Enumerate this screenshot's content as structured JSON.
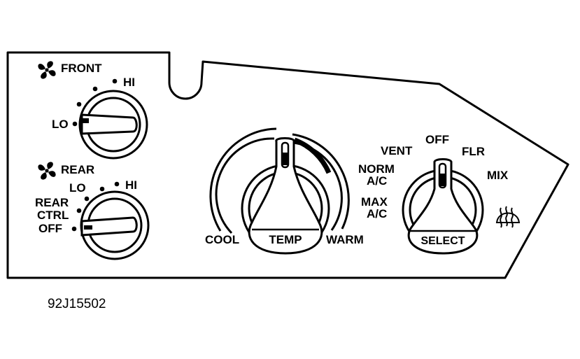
{
  "front_blower": {
    "title": "FRONT",
    "icon": "fan-icon",
    "labels": {
      "lo": "LO",
      "hi": "HI"
    }
  },
  "rear_blower": {
    "title": "REAR",
    "icon": "fan-icon",
    "labels": {
      "lo": "LO",
      "hi": "HI",
      "rear": "REAR",
      "ctrl": "CTRL",
      "off": "OFF"
    }
  },
  "temp_knob": {
    "name": "TEMP",
    "labels": {
      "cool": "COOL",
      "warm": "WARM"
    }
  },
  "select_knob": {
    "name": "SELECT",
    "labels": {
      "vent": "VENT",
      "off": "OFF",
      "flr": "FLR",
      "mix": "MIX",
      "norm": "NORM",
      "norm_ac": "A/C",
      "max": "MAX",
      "max_ac": "A/C"
    },
    "defrost_icon": "defrost-icon"
  },
  "figure_ref": "92J15502"
}
